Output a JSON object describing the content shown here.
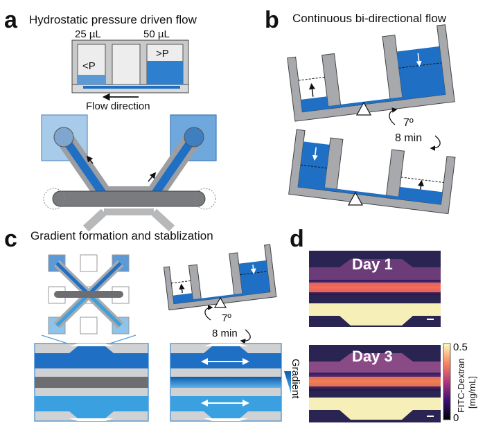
{
  "panels": {
    "a": {
      "label": "a",
      "title": "Hydrostatic pressure driven flow",
      "left_volume": "25 µL",
      "right_volume": "50 µL",
      "left_pressure": "<P",
      "right_pressure": ">P",
      "flow_label": "Flow direction"
    },
    "b": {
      "label": "b",
      "title": "Continuous bi-directional flow",
      "angle": "7º",
      "period": "8 min"
    },
    "c": {
      "label": "c",
      "title": "Gradient formation and stablization",
      "angle": "7º",
      "period": "8 min",
      "gradient_label": "Gradient"
    },
    "d": {
      "label": "d",
      "day1": "Day 1",
      "day3": "Day 3",
      "colorbar_max": "0.5",
      "colorbar_min": "0",
      "colorbar_label_1": "FITC-Dextran",
      "colorbar_label_2": "[mg/mL]"
    }
  },
  "colors": {
    "blue": "#1f6fc4",
    "light_blue": "#9ec4e6",
    "gray": "#a7a9ac",
    "dark_gray": "#6d6e71"
  }
}
